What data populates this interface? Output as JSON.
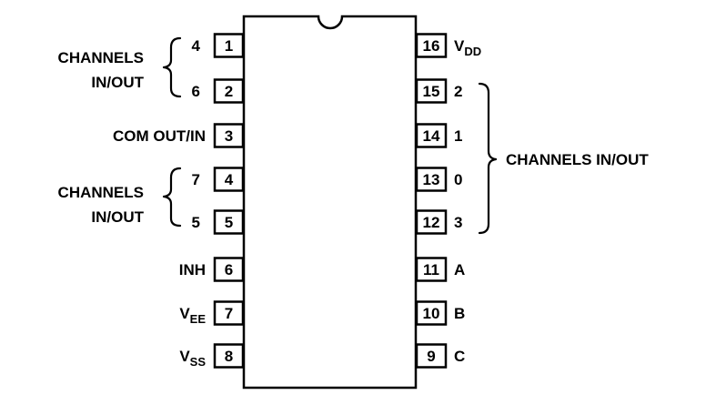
{
  "left_pins": [
    {
      "pin": "1",
      "label": "4"
    },
    {
      "pin": "2",
      "label": "6"
    },
    {
      "pin": "3",
      "label": "COM OUT/IN"
    },
    {
      "pin": "4",
      "label": "7"
    },
    {
      "pin": "5",
      "label": "5"
    },
    {
      "pin": "6",
      "label": "INH"
    },
    {
      "pin": "7",
      "label": "V",
      "sub": "EE"
    },
    {
      "pin": "8",
      "label": "V",
      "sub": "SS"
    }
  ],
  "right_pins": [
    {
      "pin": "16",
      "label": "V",
      "sub": "DD"
    },
    {
      "pin": "15",
      "label": "2"
    },
    {
      "pin": "14",
      "label": "1"
    },
    {
      "pin": "13",
      "label": "0"
    },
    {
      "pin": "12",
      "label": "3"
    },
    {
      "pin": "11",
      "label": "A"
    },
    {
      "pin": "10",
      "label": "B"
    },
    {
      "pin": "9",
      "label": "C"
    }
  ],
  "group_labels": {
    "left_top": [
      "CHANNELS",
      "IN/OUT"
    ],
    "left_bottom": [
      "CHANNELS",
      "IN/OUT"
    ],
    "right": "CHANNELS IN/OUT"
  }
}
